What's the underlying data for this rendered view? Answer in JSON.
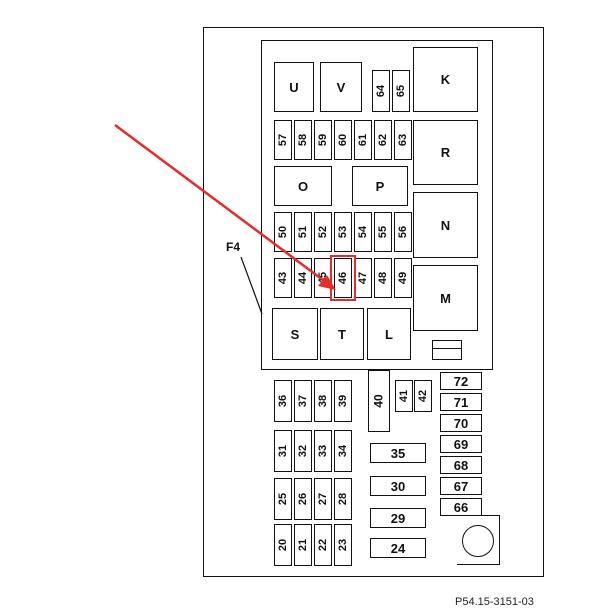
{
  "labels": {
    "u": "U",
    "v": "V",
    "k": "K",
    "o": "O",
    "p": "P",
    "n": "N",
    "m": "M",
    "s": "S",
    "t": "T",
    "l": "L",
    "r": "R",
    "f64": "64",
    "f65": "65",
    "f57": "57",
    "f58": "58",
    "f59": "59",
    "f60": "60",
    "f61": "61",
    "f62": "62",
    "f63": "63",
    "f50": "50",
    "f51": "51",
    "f52": "52",
    "f53": "53",
    "f54": "54",
    "f55": "55",
    "f56": "56",
    "f43": "43",
    "f44": "44",
    "f45": "45",
    "f46": "46",
    "f47": "47",
    "f48": "48",
    "f49": "49",
    "f36": "36",
    "f37": "37",
    "f38": "38",
    "f39": "39",
    "f40": "40",
    "f41": "41",
    "f42": "42",
    "f31": "31",
    "f32": "32",
    "f33": "33",
    "f34": "34",
    "f35": "35",
    "f25": "25",
    "f26": "26",
    "f27": "27",
    "f28": "28",
    "f30": "30",
    "f20": "20",
    "f21": "21",
    "f22": "22",
    "f23": "23",
    "f29": "29",
    "f24": "24",
    "f72": "72",
    "f71": "71",
    "f70": "70",
    "f69": "69",
    "f68": "68",
    "f67": "67",
    "f66": "66"
  },
  "callout": "F4",
  "caption": "P54.15-3151-03",
  "colors": {
    "highlight": "#e52b2b",
    "line": "#111111",
    "arrow": "#e52b2b"
  }
}
